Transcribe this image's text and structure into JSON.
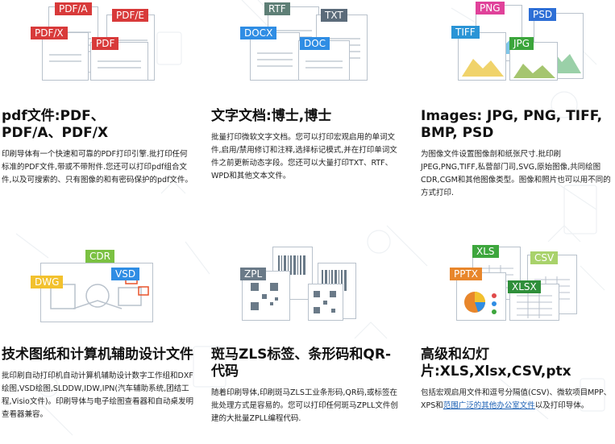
{
  "cards": [
    {
      "title": "pdf文件:PDF、PDF/A、PDF/X",
      "desc": "印刷导体有一个快速和可靠的PDF打印引擎.批打印任何标准的PDF文件,带或不带附件.您还可以打印pdf组合文件,以及可搜索的、只有图像的和有密码保护的pdf文件。",
      "tags": {
        "a": "PDF/A",
        "b": "PDF/E",
        "c": "PDF/X",
        "d": "PDF"
      }
    },
    {
      "title": "文字文档:博士,博士",
      "desc": "批量打印微软文字文档。您可以打印宏观启用的单词文件,启用/禁用修订和注释,选择标记模式,并在打印单词文件之前更新动态字段。您还可以大量打印TXT、RTF、WPD和其他文本文件。",
      "tags": {
        "a": "RTF",
        "b": "TXT",
        "c": "DOCX",
        "d": "DOC"
      }
    },
    {
      "title": "Images: JPG, PNG, TIFF, BMP, PSD",
      "desc": "为图像文件设置图像剖和纸张尺寸.批印刷JPEG,PNG,TIFF,私营部门司,SVG,原始图像,共同绘图CDR,CGM和其他图像类型。图像和照片也可以用不同的方式打印.",
      "tags": {
        "a": "PNG",
        "b": "PSD",
        "c": "TIFF",
        "d": "JPG"
      }
    },
    {
      "title": "技术图纸和计算机辅助设计文件",
      "desc": "批印刷自动打印机自动计算机辅助设计数字工作组和DXF绘图,VSD绘图,SLDDW,IDW,IPN(汽车辅助系统,团结工程,Visio文件)。印刷导体与电子绘图查看器和自动桌发明查看器兼容。",
      "tags": {
        "a": "CDR",
        "b": "VSD",
        "c": "DWG"
      }
    },
    {
      "title": "斑马ZLS标签、条形码和QR-代码",
      "desc": "随着印刷导体,印刷斑马ZLS工业条形码,QR码,或标签在批处理方式是容易的。您可以打印任何斑马ZPLL文件创建的大批量ZPLL编程代码.",
      "tags": {
        "a": "ZPL"
      }
    },
    {
      "title": "高级和幻灯片:XLS,Xlsx,CSV,ptx",
      "desc_pre": "包括宏观启用文件和逗号分隔值(CSV)、微软项目MPP、XPS和",
      "desc_link": "范围广泛的其他办公室文件",
      "desc_post": "以及打印导体。",
      "tags": {
        "a": "XLS",
        "b": "CSV",
        "c": "PPTX",
        "d": "XLSX"
      }
    }
  ],
  "colors": {
    "pdf_red": "#d83a3a",
    "rtf_gray": "#5e7f76",
    "txt_slate": "#5b6b7a",
    "docx_blue": "#2f8de4",
    "png_pink": "#e0429a",
    "psd_blue": "#2e6fd6",
    "tiff_blue": "#2a94d6",
    "jpg_green": "#3ba53b",
    "cdr_green": "#7bc142",
    "vsd_blue": "#2f8de4",
    "dwg_yellow": "#f2c12e",
    "zpl_slate": "#6a7a88",
    "xls_green": "#3da63d",
    "csv_lime": "#a9d26b",
    "pptx_orange": "#e8862b",
    "xlsx_green": "#2f8f3a"
  }
}
